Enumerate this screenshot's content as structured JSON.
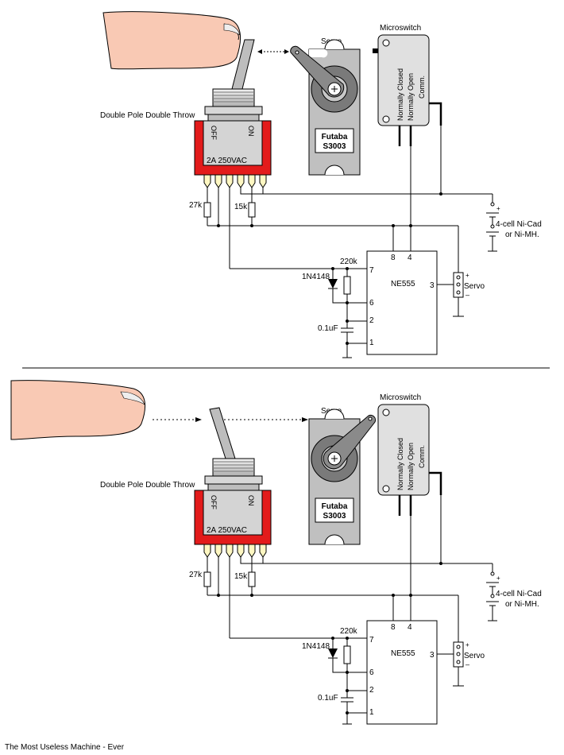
{
  "footer": "The Most Useless Machine - Ever",
  "panels": [
    {
      "state": "off",
      "labels": {
        "servo": "Servo",
        "microswitch": "Microswitch",
        "switch_type": "Double Pole Double Throw",
        "switch_off": "OFF",
        "switch_on": "ON",
        "switch_rating": "2A 250VAC",
        "ms_nc": "Normally Closed",
        "ms_no": "Normally Open",
        "ms_comm": "Comm.",
        "servo_brand": "Futaba",
        "servo_model": "S3003",
        "r1": "27k",
        "r2": "15k",
        "battery_line1": "4-cell Ni-Cad",
        "battery_line2": "or Ni-MH.",
        "r3": "220k",
        "diode": "1N4148",
        "cap": "0.1uF",
        "ic": "NE555",
        "pin8": "8",
        "pin4": "4",
        "pin7": "7",
        "pin6": "6",
        "pin2": "2",
        "pin1": "1",
        "pin3": "3",
        "servo_conn": "Servo",
        "plus": "+",
        "minus": "–"
      }
    },
    {
      "state": "on",
      "labels": {
        "servo": "Servo",
        "microswitch": "Microswitch",
        "switch_type": "Double Pole Double Throw",
        "switch_off": "OFF",
        "switch_on": "ON",
        "switch_rating": "2A 250VAC",
        "ms_nc": "Normally Closed",
        "ms_no": "Normally Open",
        "ms_comm": "Comm.",
        "servo_brand": "Futaba",
        "servo_model": "S3003",
        "r1": "27k",
        "r2": "15k",
        "battery_line1": "4-cell Ni-Cad",
        "battery_line2": "or Ni-MH.",
        "r3": "220k",
        "diode": "1N4148",
        "cap": "0.1uF",
        "ic": "NE555",
        "pin8": "8",
        "pin4": "4",
        "pin7": "7",
        "pin6": "6",
        "pin2": "2",
        "pin1": "1",
        "pin3": "3",
        "servo_conn": "Servo",
        "plus": "+",
        "minus": "–"
      }
    }
  ]
}
